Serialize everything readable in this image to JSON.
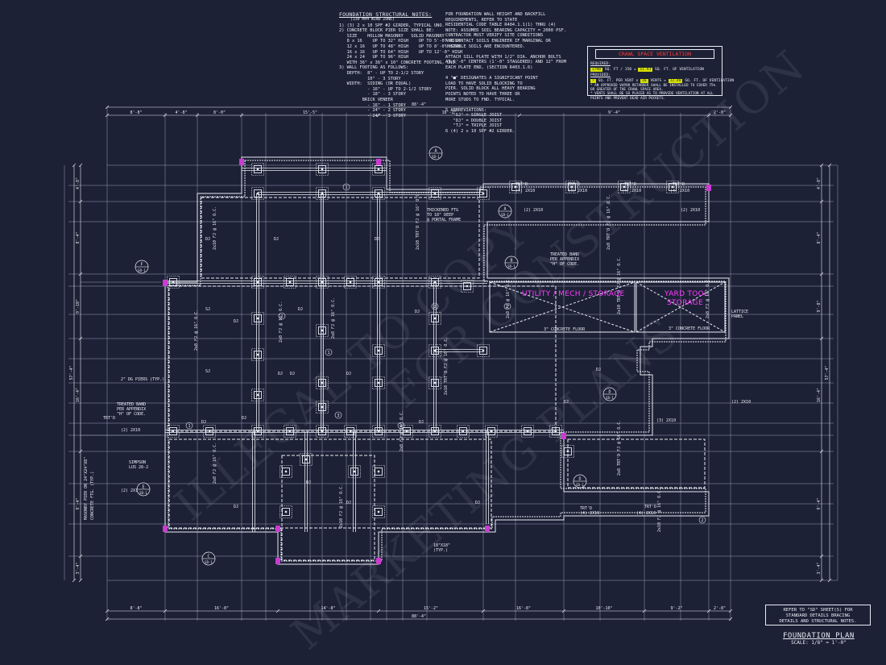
{
  "notes_left": {
    "title": "FOUNDATION STRUCTURAL NOTES:",
    "subtitle": "(130 MPH WIND ZONE)",
    "lines": [
      "1) (3) 2 x 10 SPF #2 GIRDER, TYPICAL UNO.",
      "2) CONCRETE BLOCK PIER SIZE SHALL BE:",
      "   SIZE    HOLLOW MASONRY   SOLID MASONRY",
      "   8 x 16    UP TO 32\" HIGH    UP TO 5'-0\" HIGH",
      "   12 x 16   UP TO 48\" HIGH    UP TO 8'-0\" HIGH",
      "   16 x 16   UP TO 64\" HIGH    UP TO 12'-0\" HIGH",
      "   24 x 24   UP TO 96\" HIGH",
      "   WITH 36\" x 36\" x 10\" CONCRETE FOOTING, UNO.",
      "3) WALL FOOTING AS FOLLOWS:",
      "   DEPTH:  8\" - UP TO 2-1/2 STORY",
      "           10\" - 3 STORY",
      "   WIDTH:  SIDING (OR EQUAL)",
      "           - 16\" - UP TO 2-1/2 STORY",
      "           - 18\" - 3 STORY",
      "         BRICK VENEER",
      "           - 16\" - 1 STORY",
      "           - 24\" - 2 STORY",
      "           - 24\" - 3 STORY"
    ]
  },
  "notes_right": {
    "lines": [
      "FOR FOUNDATION WALL HEIGHT AND BACKFILL",
      "REQUIREMENTS, REFER TO STATE",
      "RESIDENTIAL CODE TABLE R404.1.1(1) THRU (4)",
      "NOTE: ASSUMED SOIL BEARING CAPACITY = 2000 PSF.",
      "CONTRACTOR MUST VERIFY SITE CONDITIONS",
      "AND CONTACT SOILS ENGINEER IF MARGINAL OR",
      "UNSTABLE SOILS ARE ENCOUNTERED.",
      "",
      "ATTACH SILL PLATE WITH 1/2\" DIA. ANCHOR BOLTS",
      "AT 6'-0\" CENTERS (1'-0\" STAGGERED) AND 12\" FROM",
      "EACH PLATE END, (SECTION R403.1.6)",
      "",
      "4 \"■\" DESIGNATES A SIGNIFICANT POINT",
      "LOAD TO HAVE SOLID BLOCKING TO",
      "PIER. SOLID BLOCK ALL HEAVY BEARING",
      "POINTS NOTED TO HAVE THREE OR",
      "MORE STUDS TO FND. TYPICAL.",
      "",
      "5 ABBREVIATIONS:",
      "   \"SJ\" = SINGLE JOIST",
      "   \"DJ\" = DOUBLE JOIST",
      "   \"TJ\" = TRIPLE JOIST",
      "6 (4) 2 x 10 SPF #2 GIRDER."
    ]
  },
  "vent": {
    "title": "CRAWL SPACE VENTILATION",
    "required_label": "REQUIRED:",
    "required_sqft": "1790",
    "required_mid": "SQ. FT / 150 =",
    "required_result": "11.93",
    "required_tail": "SQ. FT. OF VENTILATION",
    "provided_label": "PROVIDED:",
    "provided_a": "?",
    "provided_mid": "SQ. FT. PER VENT x",
    "provided_b": "16",
    "provided_mid2": "VENTS =",
    "provided_c": "12.48",
    "provided_tail": "SQ. FT. OF VENTILATION",
    "note1": "* AN APPROVED VAPOR RETARDER SHALL BE INSTALLED TO COVER 75% OR GREATER OF THE CRAWL SPACE AREA.",
    "note2": "* VENTS SHALL BE SO PLACED AS TO PROVIDE VENTILATION AT ALL POINTS AND PREVENT DEAD AIR POCKETS."
  },
  "rooms": {
    "utility": "UTILITY / MECH / STORAGE",
    "yard_tool": "YARD TOOL",
    "yard_storage": "STORAGE"
  },
  "plan_labels": {
    "thickened": [
      "THICKENED FTG",
      "TO 18\" DEEP",
      "@ PORTAL FRAME"
    ],
    "treated_band_right": [
      "TREATED BAND",
      "PER APPENDIX",
      "\"H\" OF CODE."
    ],
    "treated_band_left": [
      "TREATED BAND",
      "PER APPENDIX",
      "\"H\" OF CODE."
    ],
    "piers_typ": "2\" DG PIERS (TYP.)",
    "simpson": [
      "SIMPSON",
      "LUS 28-2"
    ],
    "masonry_pier": [
      "MASONRY PIER ON 24\"X24\"X8\"",
      "CONCRETE FTG. (TYP.)"
    ],
    "concrete_floor": "3\" CONCRETE FLOOR",
    "joists": [
      "2x10 FJ @ 16\" O.C.",
      "2x8 FJ @ 16\" O.C.",
      "2x10 TRT'D FJ @ 16\" O.C.",
      "2x8 TRT'D FJ @ 16\" O.C."
    ],
    "dj": "DJ",
    "sj": "SJ",
    "trtd": "TRT'D",
    "header_2x10": "(2) 2X10",
    "header_14x10": "(4) 2X10",
    "header_13x10": "(3) 2X10",
    "pier_18": [
      "18\"X18\"",
      "(TYP.)"
    ],
    "lattice": [
      "LATTICE",
      "PANEL"
    ]
  },
  "dims": {
    "top_overall": "88'-4\"",
    "top_segments": [
      "8'-8\"",
      "4'-8\"",
      "8'-0\"",
      "15'-5\"",
      "16'-2\"",
      "9'-4\"",
      "2'-8\""
    ],
    "bottom_overall": "88'-4\"",
    "bottom_segments": [
      "8'-8\"",
      "16'-8\"",
      "14'-8\"",
      "15'-2\"",
      "16'-8\"",
      "10'-10\"",
      "9'-2\"",
      "2'-8\""
    ],
    "left_overall": "57'-4\"",
    "right_overall": "57'-4\"",
    "left_segments": [
      "4'-8\"",
      "8'-4\"",
      "9'-10\"",
      "16'-4\"",
      "9'-4\"",
      "3'-4\""
    ],
    "right_segments": [
      "4'-8\"",
      "8'-4\"",
      "9'-8\"",
      "16'-4\"",
      "9'-4\"",
      "3'-4\""
    ]
  },
  "refer": [
    "REFER TO \"SD\" SHEET(S) FOR",
    "STANDARD DETAILS BRACING",
    "DETAILS AND STRUCTURAL NOTES."
  ],
  "title_block": {
    "title": "FOUNDATION PLAN",
    "scale": "SCALE: 1/8\" = 1'-0\""
  },
  "section_tags": [
    "A",
    "B",
    "C",
    "D",
    "E",
    "F"
  ],
  "section_sheet": "SD-1",
  "watermarks": [
    "ILLEGAL TO COPY",
    "MARKETING PLANS",
    "FOR CONSTRUCTION"
  ]
}
